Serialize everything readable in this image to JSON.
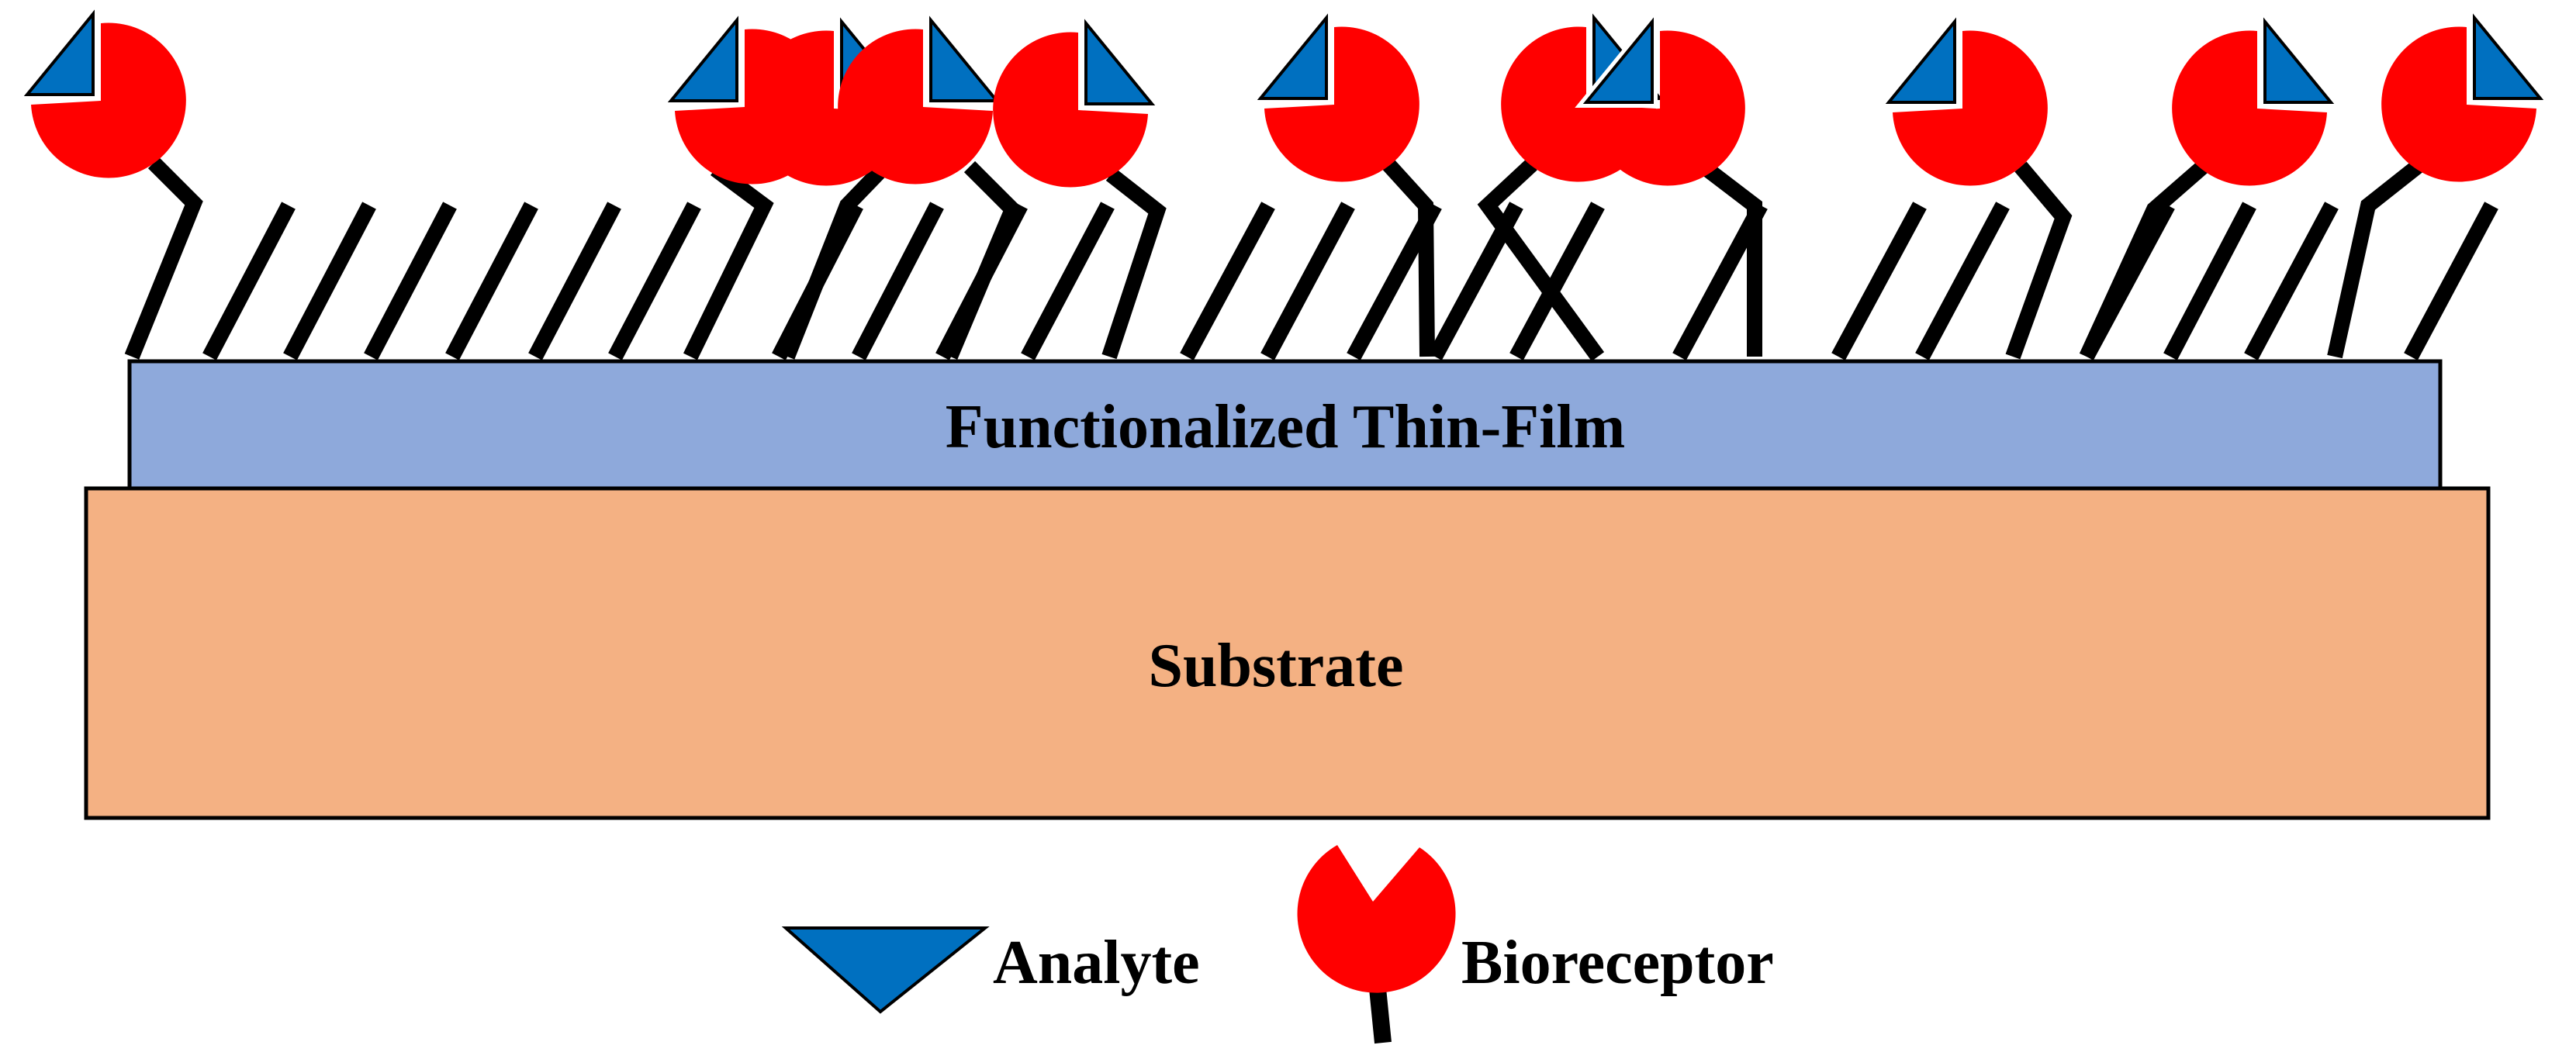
{
  "layers": {
    "thin_film": {
      "label": "Functionalized Thin-Film",
      "color": "#8EA9DB"
    },
    "substrate": {
      "label": "Substrate",
      "color": "#F4B183"
    }
  },
  "legend": {
    "analyte_label": "Analyte",
    "bioreceptor_label": "Bioreceptor"
  },
  "colors": {
    "analyte": "#0070C0",
    "bioreceptor": "#FF0000",
    "linker": "#000000",
    "outline": "#000000"
  },
  "icons": {
    "analyte": "blue-triangle",
    "bioreceptor": "red-pacman-circle",
    "linker": "black-bar"
  }
}
